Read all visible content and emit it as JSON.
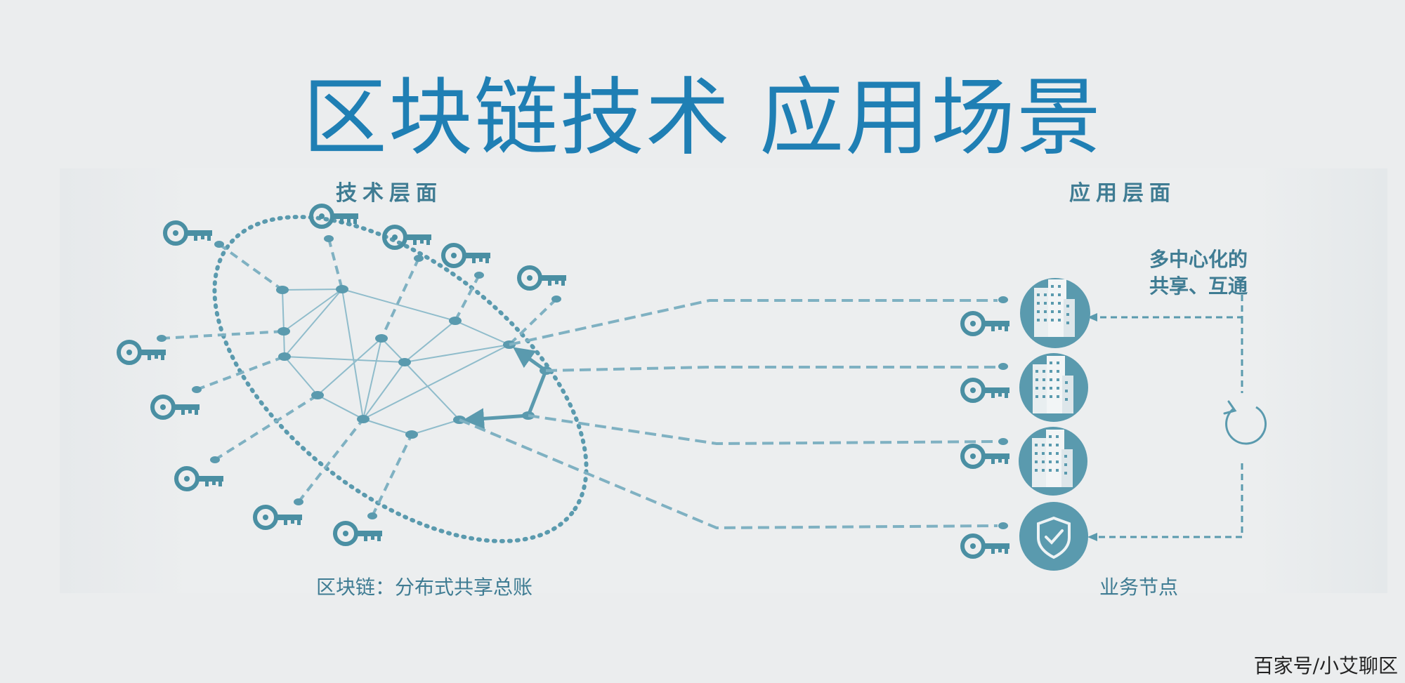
{
  "title": "区块链技术 应用场景",
  "left_heading": "技术层面",
  "right_heading": "应用层面",
  "left_caption": "区块链：分布式共享总账",
  "right_caption": "业务节点",
  "note_line1": "多中心化的",
  "note_line2": "共享、互通",
  "watermark": "百家号/小艾聊区",
  "colors": {
    "title": "#1f7fb4",
    "teal": "#4a8fa3",
    "node_fill": "#5a9aae",
    "line_light": "#8fbccb",
    "dash": "#7fb1c2"
  }
}
